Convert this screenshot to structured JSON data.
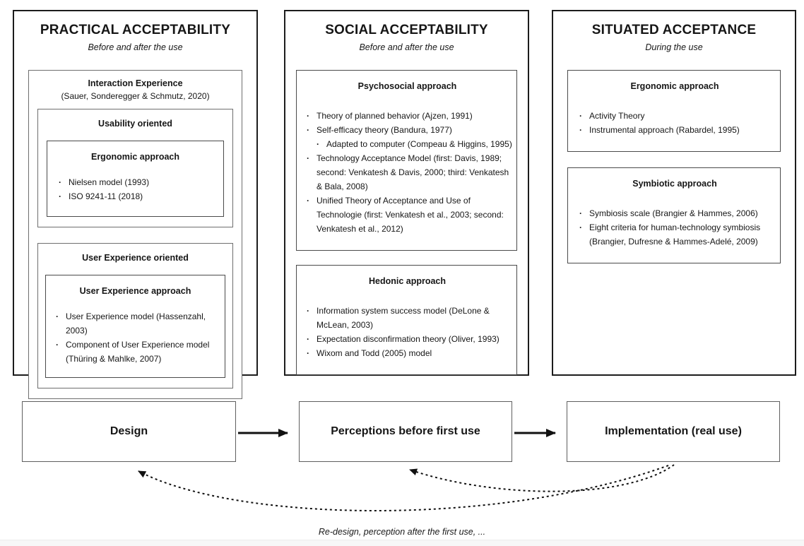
{
  "columns": {
    "practical": {
      "title": "PRACTICAL ACCEPTABILITY",
      "subtitle": "Before and after the use",
      "interaction_experience": {
        "title": "Interaction Experience",
        "citation": "(Sauer, Sonderegger & Schmutz, 2020)",
        "usability_oriented": {
          "title": "Usability oriented",
          "ergonomic_approach": {
            "title": "Ergonomic approach",
            "items": [
              "Nielsen model (1993)",
              "ISO 9241-11 (2018)"
            ]
          }
        },
        "user_experience_oriented": {
          "title": "User Experience oriented",
          "user_experience_approach": {
            "title": "User Experience approach",
            "items": [
              "User Experience model (Hassenzahl, 2003)",
              "Component of User Experience model (Thüring & Mahlke, 2007)"
            ]
          }
        }
      }
    },
    "social": {
      "title": "SOCIAL ACCEPTABILITY",
      "subtitle": "Before and after the use",
      "psychosocial": {
        "title": "Psychosocial approach",
        "items": [
          {
            "text": "Theory of planned behavior (Ajzen, 1991)",
            "level": 1
          },
          {
            "text": "Self-efficacy theory (Bandura, 1977)",
            "level": 1
          },
          {
            "text": "Adapted to computer (Compeau & Higgins, 1995)",
            "level": 2
          },
          {
            "text": "Technology Acceptance Model (first: Davis, 1989; second: Venkatesh & Davis, 2000; third: Venkatesh & Bala, 2008)",
            "level": 1
          },
          {
            "text": "Unified Theory of Acceptance and Use of Technologie (first: Venkatesh et al., 2003; second: Venkatesh et al., 2012)",
            "level": 1
          }
        ]
      },
      "hedonic": {
        "title": "Hedonic approach",
        "items": [
          "Information system success model (DeLone & McLean, 2003)",
          "Expectation disconfirmation theory (Oliver, 1993)",
          "Wixom and Todd (2005) model"
        ]
      }
    },
    "situated": {
      "title": "SITUATED ACCEPTANCE",
      "subtitle": "During the use",
      "ergonomic": {
        "title": "Ergonomic approach",
        "items": [
          "Activity Theory",
          "Instrumental approach (Rabardel, 1995)"
        ]
      },
      "symbiotic": {
        "title": "Symbiotic approach",
        "items": [
          "Symbiosis scale (Brangier & Hammes, 2006)",
          "Eight criteria for human-technology symbiosis (Brangier, Dufresne & Hammes-Adelé, 2009)"
        ]
      }
    }
  },
  "flow": {
    "steps": [
      {
        "label": "Design"
      },
      {
        "label": "Perceptions before first use"
      },
      {
        "label": "Implementation (real use)"
      }
    ],
    "feedback_caption": "Re-design, perception after the first use, ..."
  },
  "bullet_glyph": "·",
  "colors": {
    "outer_border": "#1c1c1c",
    "inner_border": "#6e6e6e",
    "arrow": "#111111",
    "background": "#ffffff"
  }
}
